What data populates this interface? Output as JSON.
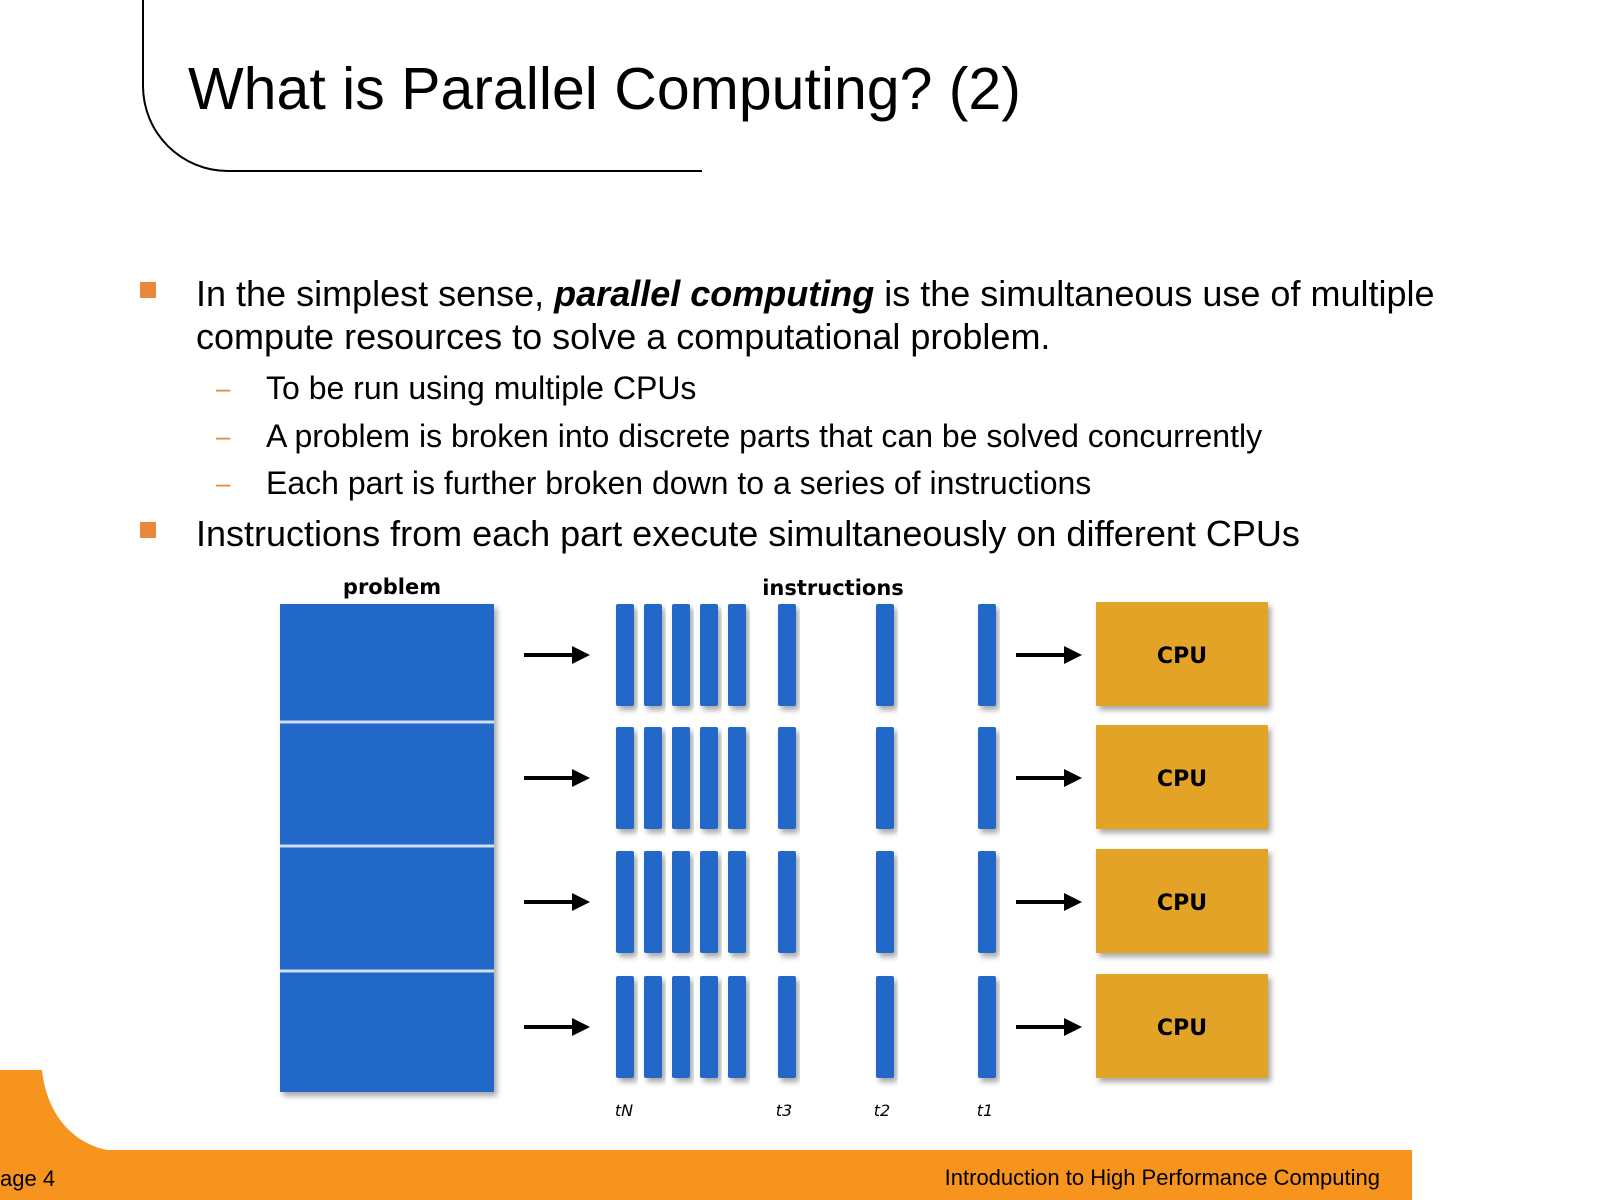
{
  "slide": {
    "title": "What is Parallel Computing? (2)",
    "bullet1": {
      "prefix": "In the simplest sense, ",
      "term": "parallel computing",
      "suffix": " is the simultaneous use of multiple compute resources to solve a computational problem."
    },
    "subitems": [
      "To be run using multiple CPUs",
      "A problem is broken into discrete parts that can be solved concurrently",
      "Each part is further broken down to a series of instructions"
    ],
    "bullet2": "Instructions from each part execute simultaneously on different CPUs"
  },
  "diagram": {
    "problem_label": "problem",
    "instructions_label": "instructions",
    "cpu_label": "CPU",
    "time_labels": [
      "tN",
      "t3",
      "t2",
      "t1"
    ],
    "parts": 4,
    "instructions_per_part_block": 5,
    "colors": {
      "blue": "#2468c8",
      "cpu": "#e3a325",
      "arrow": "#000000"
    }
  },
  "footer": {
    "page": "age 4",
    "course": "Introduction to High Performance Computing"
  }
}
